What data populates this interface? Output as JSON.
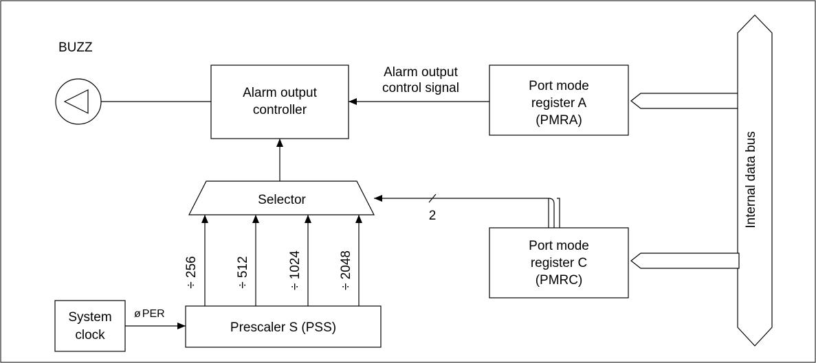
{
  "buzz_label": "BUZZ",
  "alarm_controller": [
    "Alarm output",
    "controller"
  ],
  "control_signal": [
    "Alarm output",
    "control signal"
  ],
  "pmra": [
    "Port mode",
    "register A",
    "(PMRA)"
  ],
  "pmrc": [
    "Port mode",
    "register C",
    "(PMRC)"
  ],
  "bus_label": "Internal data bus",
  "selector_label": "Selector",
  "bus_width": "2",
  "dividers": [
    "÷ 256",
    "÷ 512",
    "÷ 1024",
    "÷ 2048"
  ],
  "system_clock": [
    "System",
    "clock"
  ],
  "phi_label": "ø",
  "phi_sub": "PER",
  "prescaler_label": "Prescaler S (PSS)"
}
